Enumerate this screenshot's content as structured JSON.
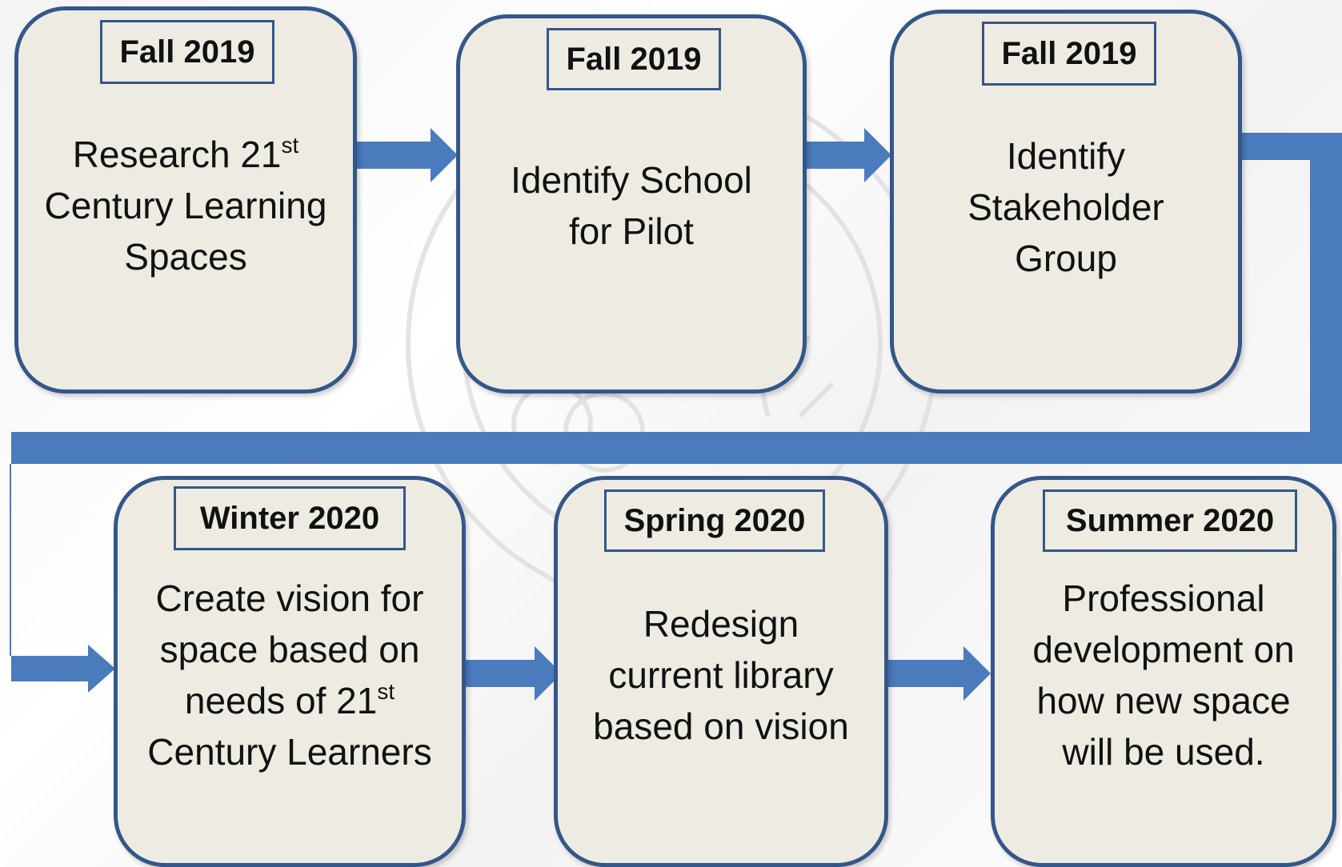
{
  "colors": {
    "box_fill": "#eeebe2",
    "box_border": "#33578a",
    "arrow": "#4a7bbd"
  },
  "steps": [
    {
      "term": "Fall 2019",
      "text_before": "Research 21",
      "sup": "st",
      "text_after": "Century Learning Spaces"
    },
    {
      "term": "Fall 2019",
      "text": "Identify School for Pilot"
    },
    {
      "term": "Fall 2019",
      "text": "Identify Stakeholder Group"
    },
    {
      "term": "Winter 2020",
      "text_before": "Create vision for space based on needs of 21",
      "sup": "st",
      "text_after": "Century Learners"
    },
    {
      "term": "Spring 2020",
      "text": "Redesign current library based on vision"
    },
    {
      "term": "Summer 2020",
      "text": "Professional development on how new space will be used."
    }
  ]
}
